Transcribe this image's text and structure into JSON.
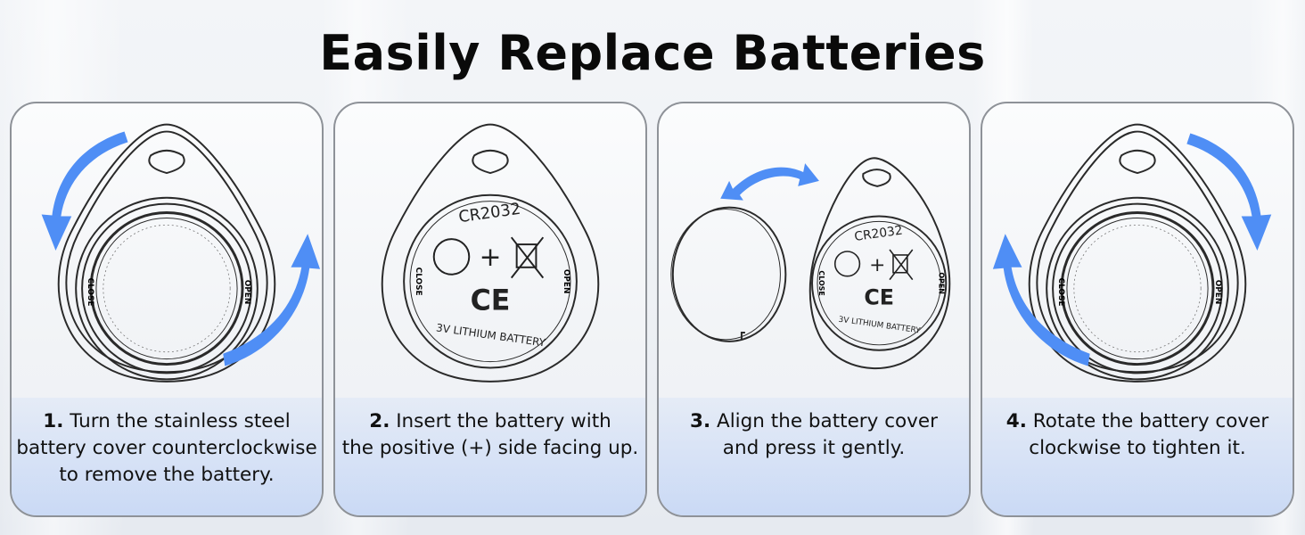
{
  "title": "Easily Replace Batteries",
  "colors": {
    "arrow": "#4f8ef5",
    "outline": "#2a2a2a",
    "caption_bg": "#c9d9f5"
  },
  "device_labels": {
    "close": "CLOSE",
    "open": "OPEN",
    "battery_model": "CR2032",
    "battery_type": "3V LITHIUM BATTERY",
    "ce_mark": "CE",
    "plus": "+"
  },
  "steps": [
    {
      "number": "1.",
      "text_lines": [
        "Turn the stainless steel",
        "battery cover counterclockwise",
        "to remove the battery."
      ]
    },
    {
      "number": "2.",
      "text_lines": [
        "Insert the battery with",
        "the positive (+) side facing up."
      ]
    },
    {
      "number": "3.",
      "text_lines": [
        "Align the battery cover",
        "and press it gently."
      ]
    },
    {
      "number": "4.",
      "text_lines": [
        "Rotate the battery cover",
        "clockwise to tighten it."
      ]
    }
  ],
  "icons": [
    "rotate-counterclockwise-arrows-icon",
    "battery-face-icon",
    "double-arrow-icon",
    "rotate-clockwise-arrows-icon",
    "child-warning-icon",
    "crossed-bin-icon"
  ]
}
